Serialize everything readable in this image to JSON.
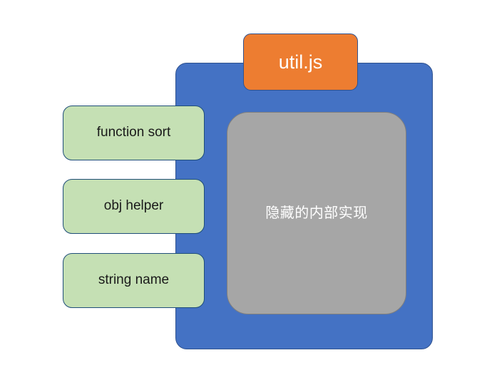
{
  "diagram": {
    "background_color": "#ffffff",
    "module": {
      "name_label": "util.js",
      "name_box_color": "#ed7d31",
      "container_color": "#4472c4"
    },
    "internal": {
      "label": "隐藏的内部实现",
      "color": "#a6a6a6"
    },
    "exports": [
      {
        "label": "function sort"
      },
      {
        "label": "obj helper"
      },
      {
        "label": "string name"
      }
    ],
    "export_box_color": "#c5e0b4"
  }
}
